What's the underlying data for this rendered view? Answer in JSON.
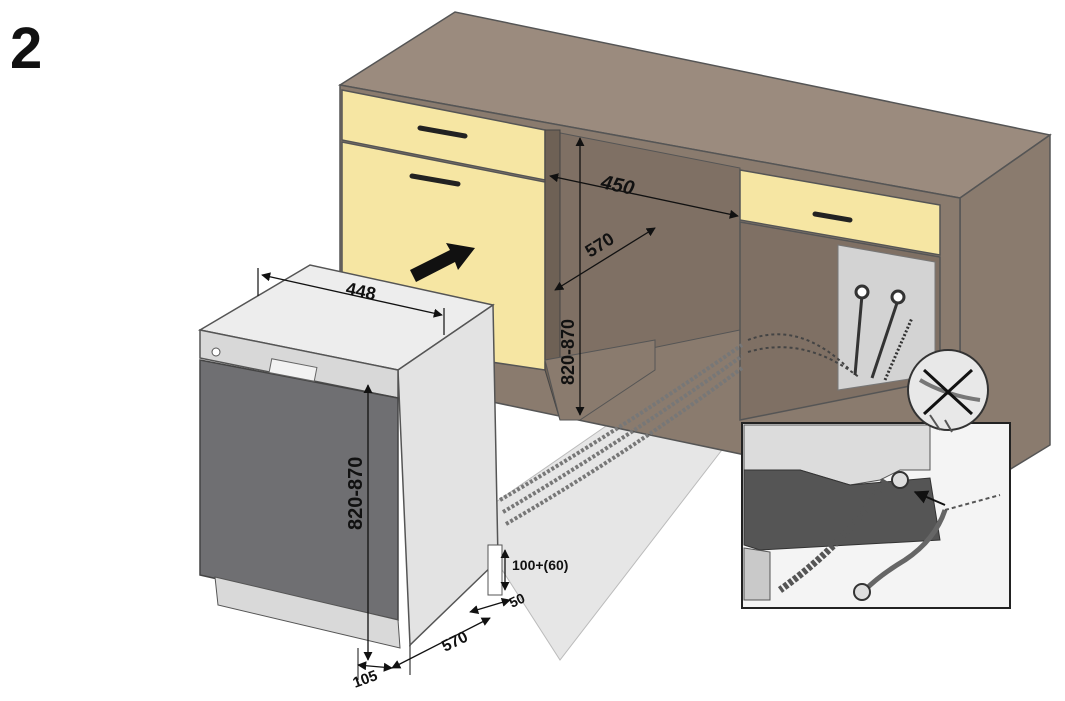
{
  "step": {
    "number": "2"
  },
  "dimensions": {
    "niche_width": "450",
    "niche_depth": "570",
    "niche_height": "820-870",
    "appliance_width": "448",
    "appliance_height": "820-870",
    "hose_gap": "100+(60)",
    "side_clearance": "50",
    "base_depth": "570",
    "plinth_depth": "105"
  },
  "colors": {
    "cabinet_body": "#8a7b6e",
    "cabinet_top": "#9b8b7e",
    "drawer_front": "#f6e6a3",
    "appliance_panel": "#6f6f72",
    "appliance_body": "#e3e3e3",
    "floor": "#e6e6e6"
  }
}
